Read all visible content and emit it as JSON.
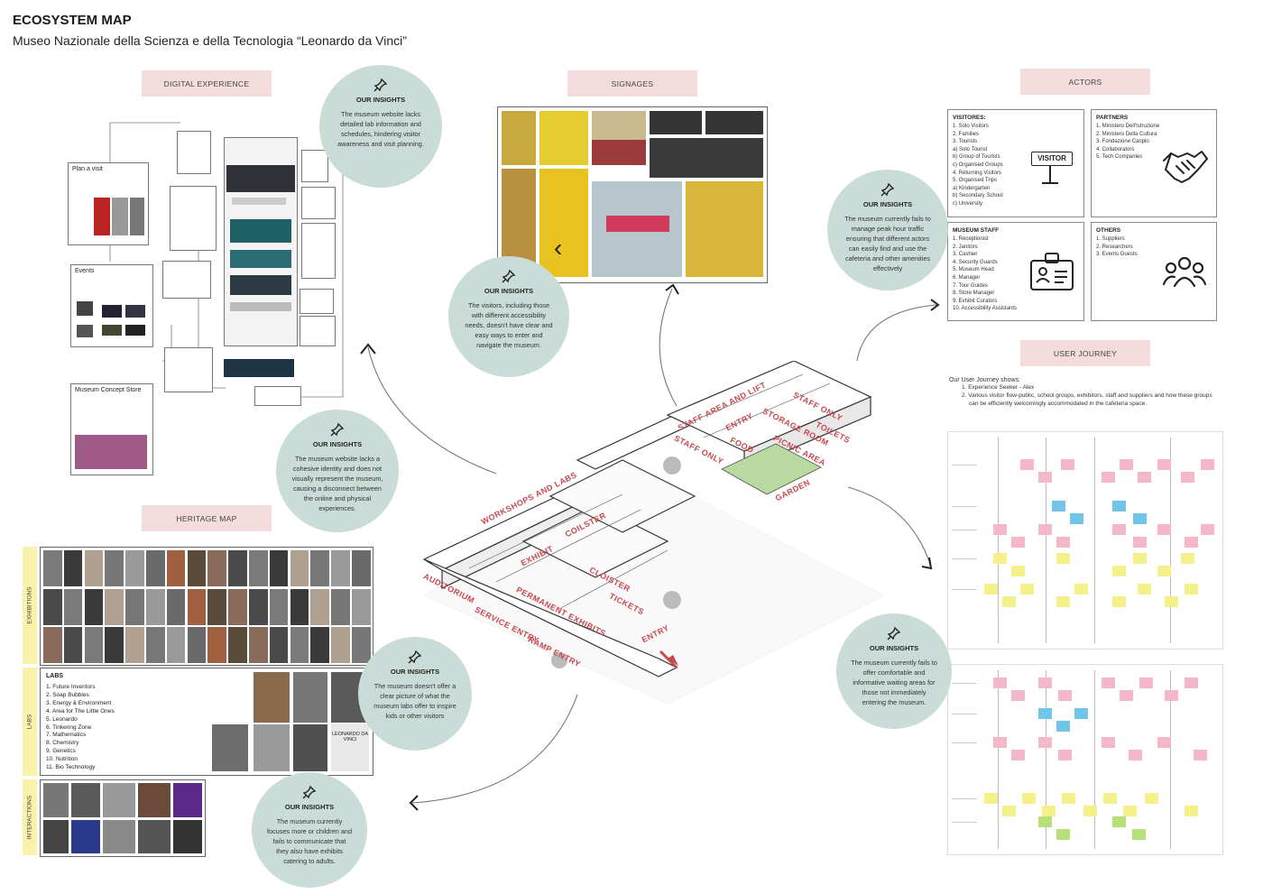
{
  "header": {
    "title": "ECOSYSTEM MAP",
    "subtitle": "Museo Nazionale della Scienza e della Tecnologia “Leonardo da Vinci”"
  },
  "sections": {
    "digital_experience": "DIGITAL EXPERIENCE",
    "signages": "SIGNAGES",
    "actors": "ACTORS",
    "heritage_map": "HERITAGE MAP",
    "user_journey": "USER JOURNEY"
  },
  "insights": [
    {
      "title": "OUR INSIGHTS",
      "text": "The museum website lacks detailed lab information and schedules, hindering visitor awareness and visit planning."
    },
    {
      "title": "OUR INSIGHTS",
      "text": "The visitors, including those with different accessibility needs, doesn't have clear and easy ways to enter and navigate the museum."
    },
    {
      "title": "OUR INSIGHTS",
      "text": "The museum currently fails to manage peak hour traffic ensuring that different actors can easily find and use the cafeteria and other amenities effectively"
    },
    {
      "title": "OUR INSIGHTS",
      "text": "The museum website lacks a cohesive identity and does not visually represent the museum, causing a disconnect between the online and physical experiences."
    },
    {
      "title": "OUR INSIGHTS",
      "text": "The museum doesn't offer a clear picture of what the museum labs offer to inspire kids or other visitors"
    },
    {
      "title": "OUR INSIGHTS",
      "text": "The museum currently focuses more or children and fails to communicate that they also have exhibits catering to adults."
    },
    {
      "title": "OUR INSIGHTS",
      "text": "The museum currently fails to offer comfortable and informative waiting areas for those not immediately entering the museum."
    }
  ],
  "digital": {
    "plan_visit": "Plan a visit",
    "events": "Events",
    "concept_store": "Museum Concept Store"
  },
  "actors": {
    "visitors": {
      "title": "VISITORES:",
      "items": [
        "1. Solo Visitors",
        "2. Families",
        "3. Tourists",
        "a) Solo Tourist",
        "b) Group of Tourists",
        "c) Organised Groups",
        "4. Returning Visitors",
        "5. Organised Trips",
        "a) Kindergarten",
        "b) Secondary School",
        "c) University"
      ],
      "badge": "VISITOR"
    },
    "partners": {
      "title": "PARTNERS",
      "items": [
        "1. Ministero Dell'Istruzione",
        "2. Ministero Della Cultura",
        "3. Fondazione Cariplo",
        "4. Collaborators",
        "5. Tech Companies"
      ]
    },
    "staff": {
      "title": "MUSEUM STAFF",
      "items": [
        "1. Receptionist",
        "2. Janitors",
        "3. Cashier",
        "4. Security Guards",
        "5. Museum Head",
        "6. Manager",
        "7. Tour Guides",
        "8. Store Manager",
        "9. Exhibit Curators",
        "10. Accessibility Assistants"
      ]
    },
    "others": {
      "title": "OTHERS",
      "items": [
        "1. Suppliers",
        "2. Researchers",
        "3. Events Guests"
      ]
    }
  },
  "journey": {
    "intro": "Our User Journey shows:",
    "items": [
      "1. Experience Seeker - Alex",
      "2. Various visitor flow-public, school groups, exhibitors, staff and suppliers and how these groups can be efficiently welcomingly accommodated in the cafeteria space."
    ]
  },
  "heritage": {
    "exhibitions": "EXHIBITIONS",
    "labs_side": "LABS",
    "interactions": "INTERACTIONS",
    "labs_title": "LABS",
    "labs": [
      "1. Future Inventors",
      "2. Soap Bubbles",
      "3. Energy & Environment",
      "4. Area for The Little Ones",
      "5. Leonardo",
      "6. Tinkering Zone",
      "7. Mathematics",
      "8. Chemistry",
      "9. Genetics",
      "10. Nutrition",
      "11. Bio Technology"
    ],
    "leonardo_sign": "LEONARDO DA VINCI"
  },
  "plan": {
    "labels": [
      "WORKSHOPS AND LABS",
      "COILSTER",
      "CLOISTER",
      "EXHIBIT",
      "PERMANENT EXHIBITS",
      "TICKETS",
      "AUDITORIUM",
      "SERVICE ENTRY",
      "RAMP ENTRY",
      "ENTRY",
      "STAFF AREA AND LIFT",
      "STAFF ONLY",
      "STAFF ONLY",
      "STORAGE ROOM",
      "TOILETS",
      "ENTRY",
      "FOOD",
      "PICNIC AREA",
      "GARDEN"
    ]
  },
  "colors": {
    "accent": "#c8494f",
    "bubble": "#c9dcd8",
    "label_bg": "#f3dcdb",
    "sticky_pink": "#f5b8c8",
    "sticky_yellow": "#f4f08a",
    "sticky_blue": "#6fc6e8",
    "sticky_green": "#b8e07a"
  }
}
